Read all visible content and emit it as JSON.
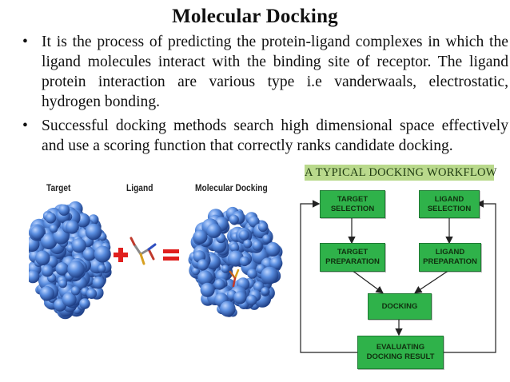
{
  "slide": {
    "title": "Molecular Docking",
    "bullets": [
      "It is the process of predicting the protein-ligand complexes in which the ligand molecules interact with the binding site of receptor. The ligand protein interaction are various type i.e vanderwaals, electrostatic, hydrogen bonding.",
      "Successful docking methods search high dimensional space effectively and use a scoring function that correctly ranks candidate docking."
    ],
    "bullet_symbol": "•"
  },
  "illustration": {
    "labels": {
      "target": "Target",
      "ligand": "Ligand",
      "complex": "Molecular Docking"
    },
    "plus": "+",
    "equals": "=",
    "colors": {
      "protein": "#4a7fcf",
      "operator": "#e0201e"
    }
  },
  "workflow": {
    "title": "A TYPICAL DOCKING WORKFLOW",
    "steps": {
      "target_selection": "TARGET\nSELECTION",
      "ligand_selection": "LIGAND\nSELECTION",
      "target_preparation": "TARGET\nPREPARATION",
      "ligand_preparation": "LIGAND\nPREPARATION",
      "docking": "DOCKING",
      "evaluating": "EVALUATING\nDOCKING RESULT"
    },
    "colors": {
      "box": "#2fb24a",
      "title_bg": "#b9d98c"
    }
  }
}
